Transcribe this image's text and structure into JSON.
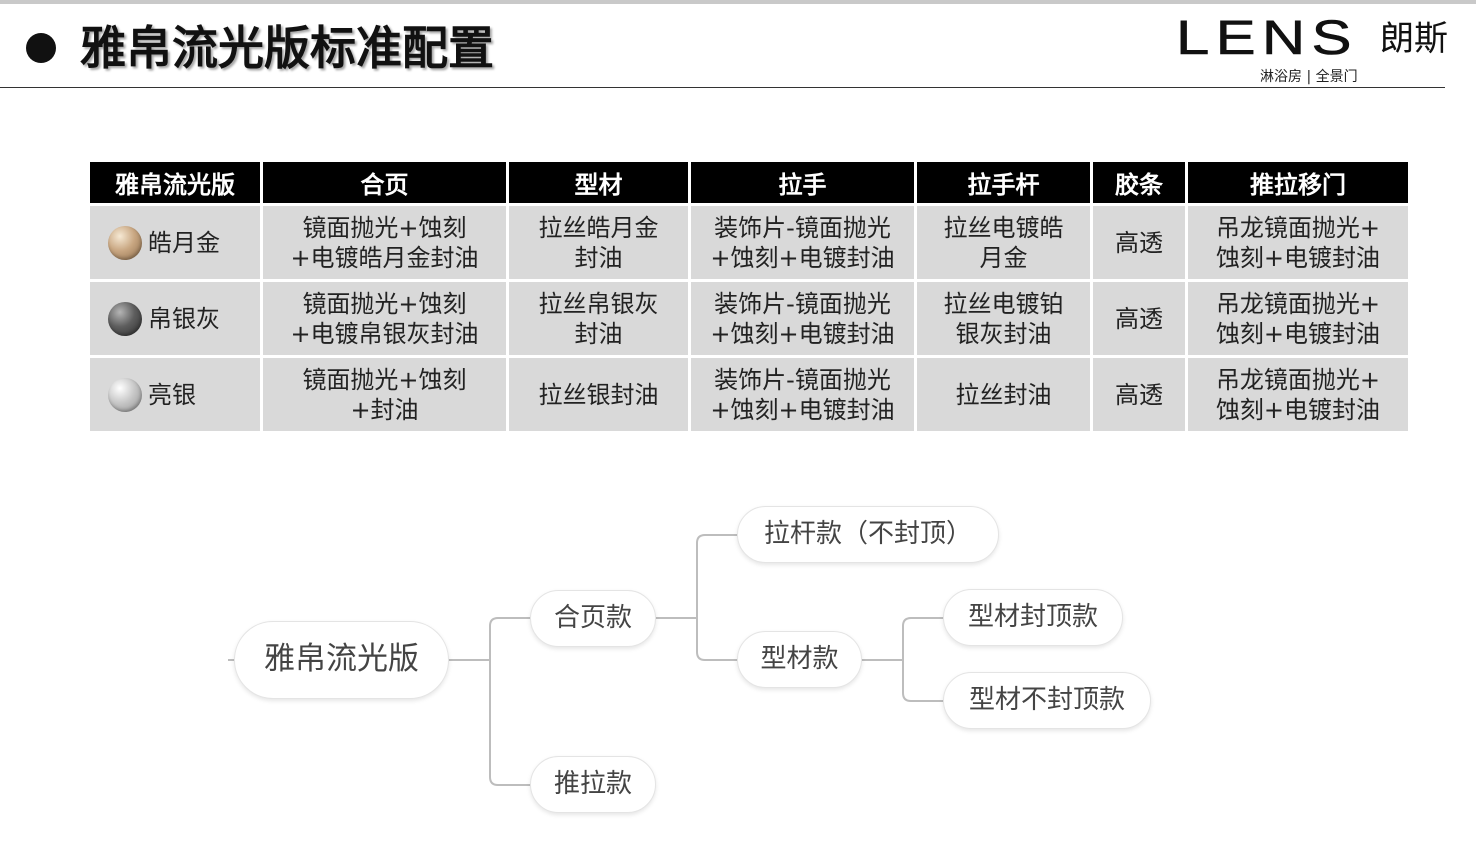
{
  "header": {
    "title": "雅帛流光版标准配置",
    "brand_logo": "LENS",
    "brand_cn": "朗斯",
    "brand_tagline": "淋浴房 | 全景门"
  },
  "table": {
    "headers": [
      "雅帛流光版",
      "合页",
      "型材",
      "拉手",
      "拉手杆",
      "胶条",
      "推拉移门"
    ],
    "rows": [
      {
        "finish": "皓月金",
        "swatch": "gold",
        "cells": [
          "镜面抛光+蚀刻\n+电镀皓月金封油",
          "拉丝皓月金\n封油",
          "装饰片-镜面抛光\n+蚀刻+电镀封油",
          "拉丝电镀皓\n月金",
          "高透",
          "吊龙镜面抛光+\n蚀刻+电镀封油"
        ]
      },
      {
        "finish": "帛银灰",
        "swatch": "grey",
        "cells": [
          "镜面抛光+蚀刻\n+电镀帛银灰封油",
          "拉丝帛银灰\n封油",
          "装饰片-镜面抛光\n+蚀刻+电镀封油",
          "拉丝电镀铂\n银灰封油",
          "高透",
          "吊龙镜面抛光+\n蚀刻+电镀封油"
        ]
      },
      {
        "finish": "亮银",
        "swatch": "silver",
        "cells": [
          "镜面抛光+蚀刻\n+封油",
          "拉丝银封油",
          "装饰片-镜面抛光\n+蚀刻+电镀封油",
          "拉丝封油",
          "高透",
          "吊龙镜面抛光+\n蚀刻+电镀封油"
        ]
      }
    ]
  },
  "mindmap": {
    "root": "雅帛流光版",
    "hinge": "合页款",
    "sliding": "推拉款",
    "pullbar": "拉杆款（不封顶）",
    "profile": "型材款",
    "profile_top": "型材封顶款",
    "profile_notop": "型材不封顶款"
  },
  "colors": {
    "header_bg": "#000000",
    "cell_bg": "#d9d9d9",
    "connector": "#bdbdbd"
  }
}
